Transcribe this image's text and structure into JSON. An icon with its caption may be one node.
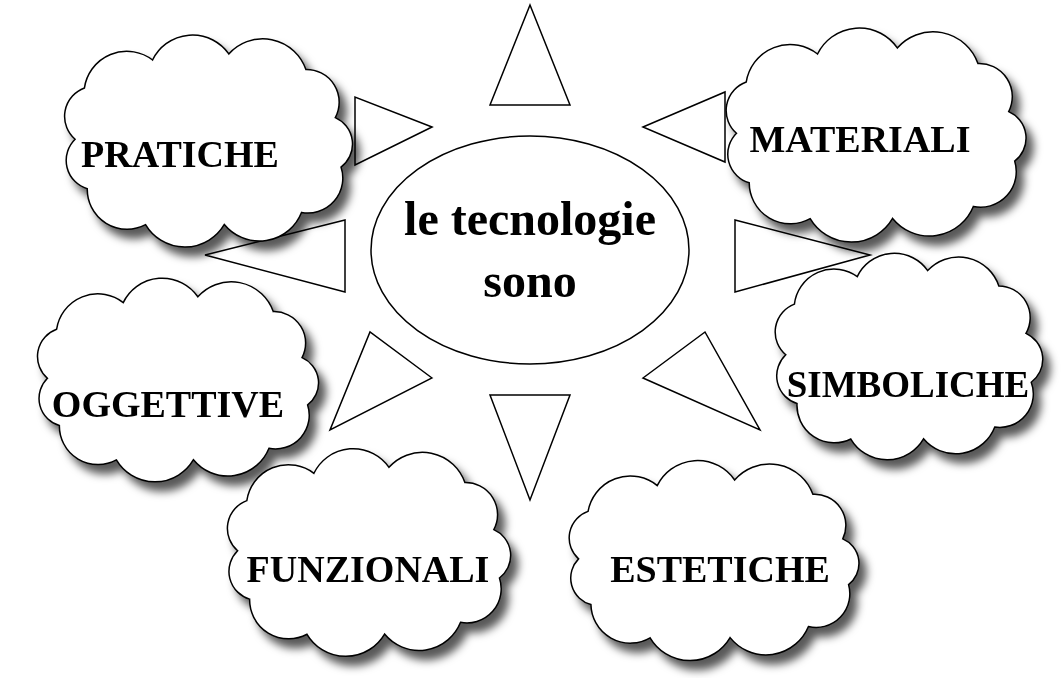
{
  "diagram": {
    "nodes": [
      {
        "text": [
          "le tecnologie sono"
        ]
      },
      {
        "text": [
          "PRATICHE"
        ]
      },
      {
        "text": [
          "MATERIALI"
        ]
      },
      {
        "text": [
          "OGGETTIVE"
        ]
      },
      {
        "text": [
          "SIMBOLICHE"
        ]
      },
      {
        "text": [
          "FUNZIONALI"
        ]
      },
      {
        "text": [
          "ESTETICHE"
        ]
      }
    ]
  }
}
